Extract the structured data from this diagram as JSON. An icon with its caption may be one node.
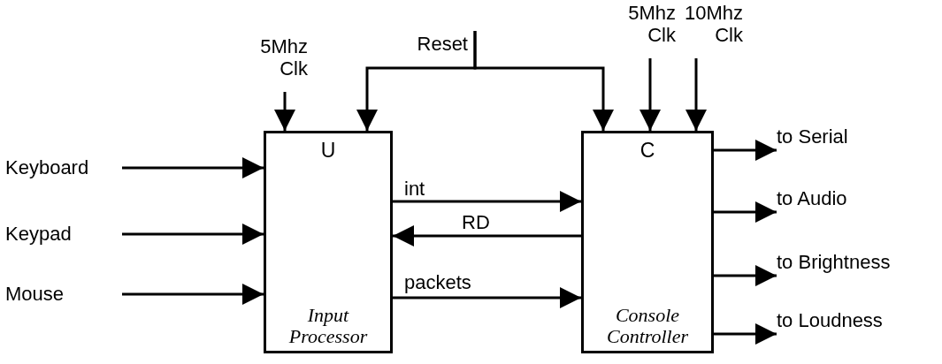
{
  "diagram": {
    "nodes": [
      {
        "text": [
          "U",
          "Input Processor"
        ]
      },
      {
        "text": [
          "C",
          "Console Controller"
        ]
      },
      {
        "text": [
          "Keyboard"
        ]
      },
      {
        "text": [
          "Keypad"
        ]
      },
      {
        "text": [
          "Mouse"
        ]
      },
      {
        "text": [
          "5Mhz Clk"
        ]
      },
      {
        "text": [
          "Reset"
        ]
      },
      {
        "text": [
          "5Mhz Clk"
        ]
      },
      {
        "text": [
          "10Mhz Clk"
        ]
      },
      {
        "text": [
          "to Serial"
        ]
      },
      {
        "text": [
          "to Audio"
        ]
      },
      {
        "text": [
          "to Brightness"
        ]
      },
      {
        "text": [
          "to Loudness"
        ]
      }
    ],
    "edges": [
      {
        "from": 2,
        "to": 0,
        "arrow": "to"
      },
      {
        "from": 3,
        "to": 0,
        "arrow": "to"
      },
      {
        "from": 4,
        "to": 0,
        "arrow": "to"
      },
      {
        "from": 5,
        "to": 0,
        "arrow": "to"
      },
      {
        "from": 6,
        "to": 0,
        "arrow": "to"
      },
      {
        "from": 6,
        "to": 1,
        "arrow": "to"
      },
      {
        "from": 7,
        "to": 1,
        "arrow": "to"
      },
      {
        "from": 8,
        "to": 1,
        "arrow": "to"
      },
      {
        "from": 0,
        "to": 1,
        "arrow": "to",
        "label": "int"
      },
      {
        "from": 1,
        "to": 0,
        "arrow": "to",
        "label": "RD"
      },
      {
        "from": 0,
        "to": 1,
        "arrow": "to",
        "label": "packets"
      },
      {
        "from": 1,
        "to": 9,
        "arrow": "to"
      },
      {
        "from": 1,
        "to": 10,
        "arrow": "to"
      },
      {
        "from": 1,
        "to": 11,
        "arrow": "to"
      },
      {
        "from": 1,
        "to": 12,
        "arrow": "to"
      }
    ]
  }
}
